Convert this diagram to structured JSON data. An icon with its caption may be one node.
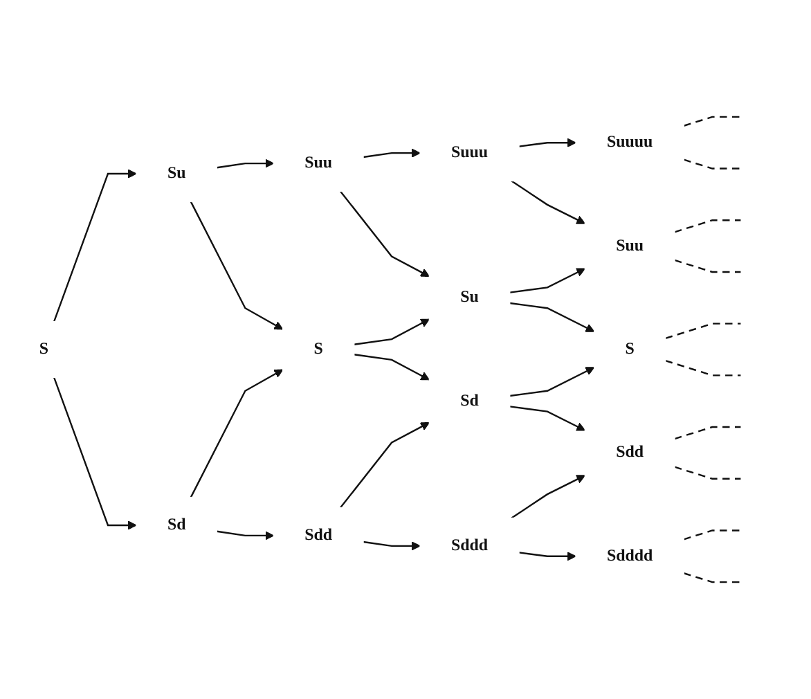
{
  "diagram": {
    "nodes": [
      {
        "text": [
          "S"
        ]
      },
      {
        "text": [
          "Su"
        ]
      },
      {
        "text": [
          "Sd"
        ]
      },
      {
        "text": [
          "Suu"
        ]
      },
      {
        "text": [
          "S"
        ]
      },
      {
        "text": [
          "Sdd"
        ]
      },
      {
        "text": [
          "Suuu"
        ]
      },
      {
        "text": [
          "Su"
        ]
      },
      {
        "text": [
          "Sd"
        ]
      },
      {
        "text": [
          "Sddd"
        ]
      },
      {
        "text": [
          "Suuuu"
        ]
      },
      {
        "text": [
          "Suu"
        ]
      },
      {
        "text": [
          "S"
        ]
      },
      {
        "text": [
          "Sdd"
        ]
      },
      {
        "text": [
          "Sdddd"
        ]
      }
    ],
    "edges": [
      {
        "from": 0,
        "to": 1,
        "arrow": "to"
      },
      {
        "from": 0,
        "to": 2,
        "arrow": "to"
      },
      {
        "from": 1,
        "to": 3,
        "arrow": "to"
      },
      {
        "from": 1,
        "to": 4,
        "arrow": "to"
      },
      {
        "from": 2,
        "to": 4,
        "arrow": "to"
      },
      {
        "from": 2,
        "to": 5,
        "arrow": "to"
      },
      {
        "from": 3,
        "to": 6,
        "arrow": "to"
      },
      {
        "from": 3,
        "to": 7,
        "arrow": "to"
      },
      {
        "from": 4,
        "to": 7,
        "arrow": "to"
      },
      {
        "from": 4,
        "to": 8,
        "arrow": "to"
      },
      {
        "from": 5,
        "to": 8,
        "arrow": "to"
      },
      {
        "from": 5,
        "to": 9,
        "arrow": "to"
      },
      {
        "from": 6,
        "to": 10,
        "arrow": "to"
      },
      {
        "from": 6,
        "to": 11,
        "arrow": "to"
      },
      {
        "from": 7,
        "to": 11,
        "arrow": "to"
      },
      {
        "from": 7,
        "to": 12,
        "arrow": "to"
      },
      {
        "from": 8,
        "to": 12,
        "arrow": "to"
      },
      {
        "from": 8,
        "to": 13,
        "arrow": "to"
      },
      {
        "from": 9,
        "to": 13,
        "arrow": "to"
      },
      {
        "from": 9,
        "to": 14,
        "arrow": "to"
      },
      {
        "from": 10,
        "to": null,
        "arrow": "none",
        "style": "dashed"
      },
      {
        "from": 10,
        "to": null,
        "arrow": "none",
        "style": "dashed"
      },
      {
        "from": 11,
        "to": null,
        "arrow": "none",
        "style": "dashed"
      },
      {
        "from": 11,
        "to": null,
        "arrow": "none",
        "style": "dashed"
      },
      {
        "from": 12,
        "to": null,
        "arrow": "none",
        "style": "dashed"
      },
      {
        "from": 12,
        "to": null,
        "arrow": "none",
        "style": "dashed"
      },
      {
        "from": 13,
        "to": null,
        "arrow": "none",
        "style": "dashed"
      },
      {
        "from": 13,
        "to": null,
        "arrow": "none",
        "style": "dashed"
      },
      {
        "from": 14,
        "to": null,
        "arrow": "none",
        "style": "dashed"
      },
      {
        "from": 14,
        "to": null,
        "arrow": "none",
        "style": "dashed"
      }
    ]
  }
}
